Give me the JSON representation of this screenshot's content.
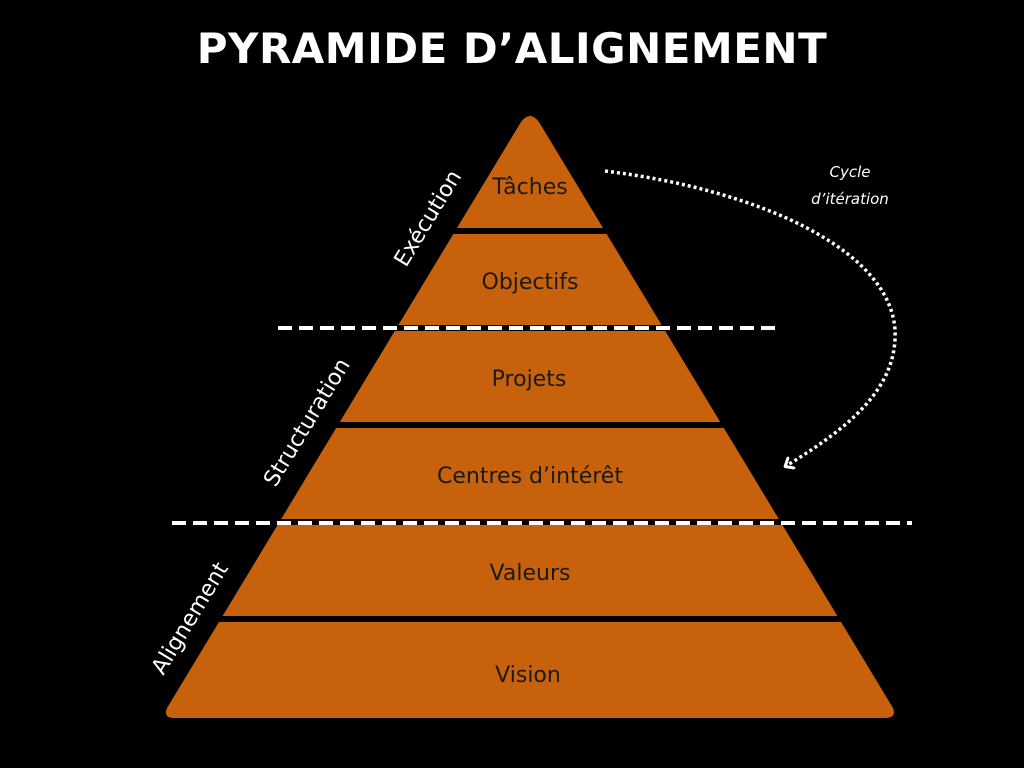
{
  "title": "PYRAMIDE D’ALIGNEMENT",
  "colors": {
    "background": "#000000",
    "pyramid_fill": "#C8610C",
    "separator": "#000000",
    "text_on_pyramid": "#1a1a1a",
    "text_light": "#ffffff"
  },
  "pyramid": {
    "levels": [
      {
        "label": "Tâches"
      },
      {
        "label": "Objectifs"
      },
      {
        "label": "Projets"
      },
      {
        "label": "Centres d’intérêt"
      },
      {
        "label": "Valeurs"
      },
      {
        "label": "Vision"
      }
    ]
  },
  "sections": [
    {
      "label": "Exécution"
    },
    {
      "label": "Structuration"
    },
    {
      "label": "Alignement"
    }
  ],
  "cycle": {
    "line1": "Cycle",
    "line2": "d’itération",
    "icon": "dotted-curved-arrow-icon"
  }
}
